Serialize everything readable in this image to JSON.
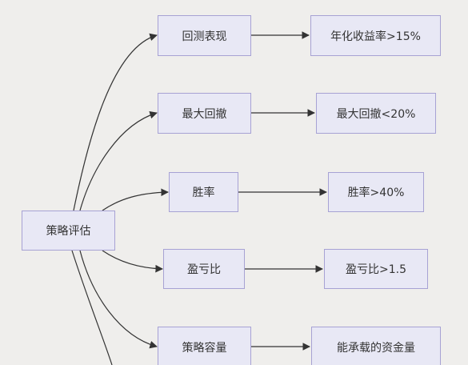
{
  "diagram": {
    "root": {
      "label": "策略评估"
    },
    "branches": [
      {
        "metric": "回测表现",
        "criterion": "年化收益率>15%"
      },
      {
        "metric": "最大回撤",
        "criterion": "最大回撤<20%"
      },
      {
        "metric": "胜率",
        "criterion": "胜率>40%"
      },
      {
        "metric": "盈亏比",
        "criterion": "盈亏比>1.5"
      },
      {
        "metric": "策略容量",
        "criterion": "能承载的资金量"
      }
    ]
  },
  "colors": {
    "background": "#efeeec",
    "node_fill": "#e8e8f5",
    "node_border": "#a7a2d4",
    "edge": "#333333",
    "text": "#333333"
  }
}
